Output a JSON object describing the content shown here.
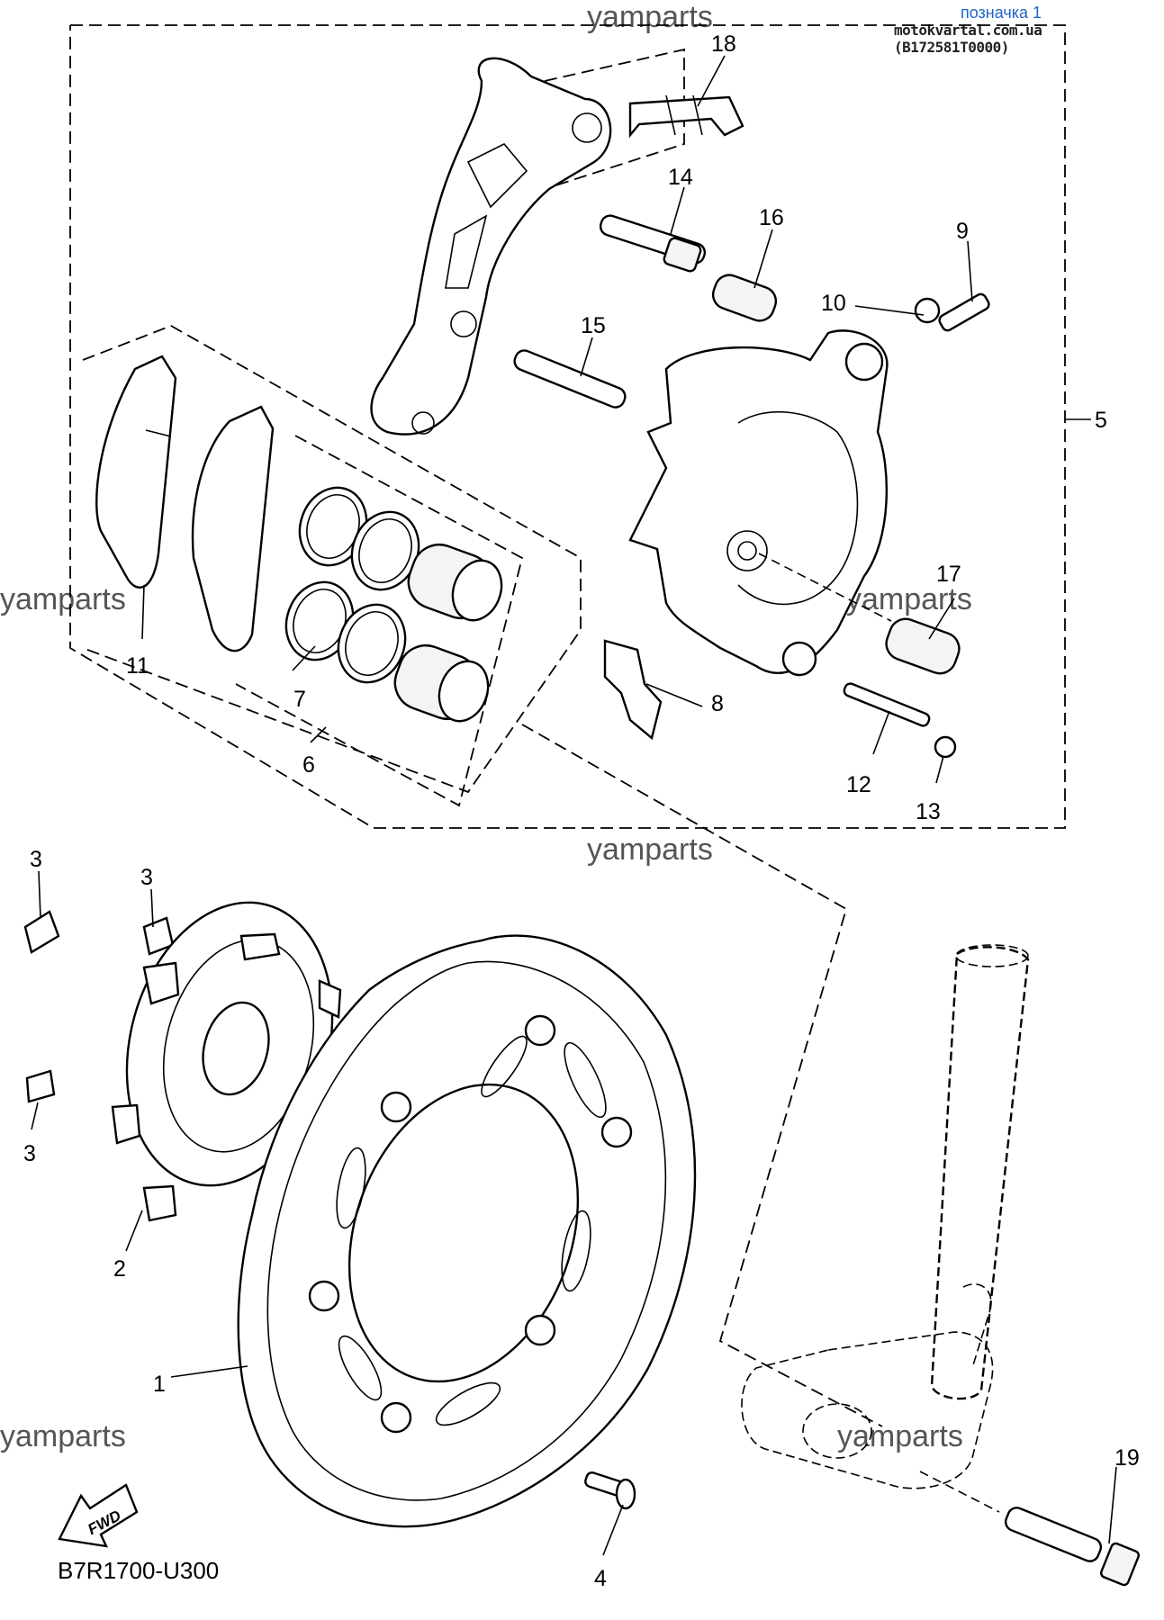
{
  "header": {
    "label": "позначка 1",
    "site": "motokvartal.com.ua (B172581T0000)"
  },
  "watermark": "yamparts",
  "diagram_code": "B7R1700-U300",
  "direction_badge": "FWD",
  "callouts": {
    "c1": "1",
    "c2": "2",
    "c3a": "3",
    "c3b": "3",
    "c3c": "3",
    "c4": "4",
    "c5": "5",
    "c6": "6",
    "c7": "7",
    "c8": "8",
    "c9": "9",
    "c10": "10",
    "c11": "11",
    "c12": "12",
    "c13": "13",
    "c14": "14",
    "c15": "15",
    "c16": "16",
    "c17": "17",
    "c18": "18",
    "c19": "19"
  },
  "icons": [
    "brake-disc-icon",
    "wheel-hub-icon",
    "caliper-icon",
    "brake-pad-icon",
    "fork-leg-icon",
    "bolt-icon",
    "fwd-arrow-icon"
  ]
}
